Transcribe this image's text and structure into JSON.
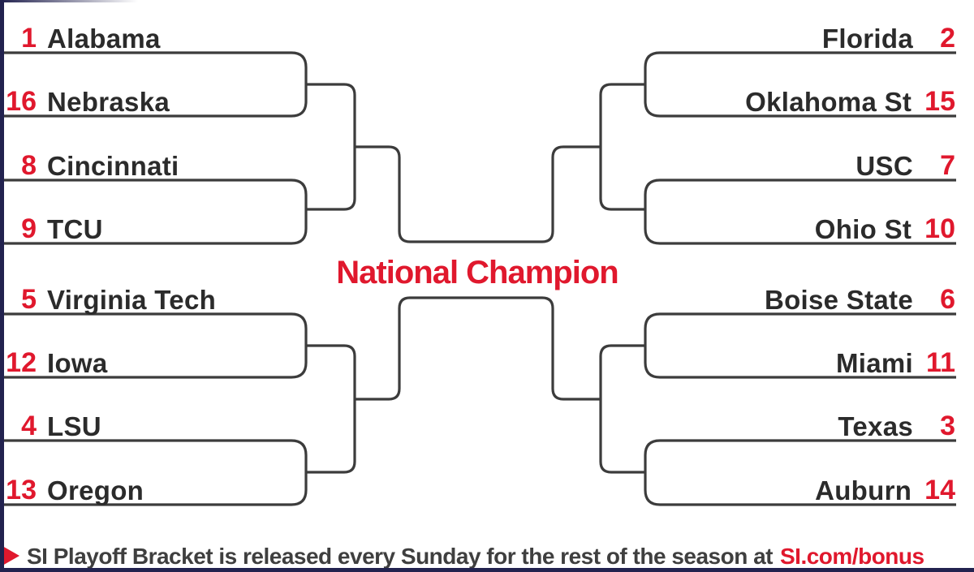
{
  "title": {
    "text": "National Champion"
  },
  "bracket": {
    "left": [
      {
        "seed": "1",
        "name": "Alabama"
      },
      {
        "seed": "16",
        "name": "Nebraska"
      },
      {
        "seed": "8",
        "name": "Cincinnati"
      },
      {
        "seed": "9",
        "name": "TCU"
      },
      {
        "seed": "5",
        "name": "Virginia Tech"
      },
      {
        "seed": "12",
        "name": "Iowa"
      },
      {
        "seed": "4",
        "name": "LSU"
      },
      {
        "seed": "13",
        "name": "Oregon"
      }
    ],
    "right": [
      {
        "seed": "2",
        "name": "Florida"
      },
      {
        "seed": "15",
        "name": "Oklahoma St"
      },
      {
        "seed": "7",
        "name": "USC"
      },
      {
        "seed": "10",
        "name": "Ohio St"
      },
      {
        "seed": "6",
        "name": "Boise State"
      },
      {
        "seed": "11",
        "name": "Miami"
      },
      {
        "seed": "3",
        "name": "Texas"
      },
      {
        "seed": "14",
        "name": "Auburn"
      }
    ]
  },
  "footer": {
    "text": "SI Playoff Bracket is released every Sunday for the rest of the season at",
    "link": "SI.com/bonus"
  },
  "colors": {
    "accent_red": "#e0182d",
    "line_gray": "#3c3c3c",
    "text_dark": "#2b2b2b",
    "edge_navy": "#22224f"
  }
}
